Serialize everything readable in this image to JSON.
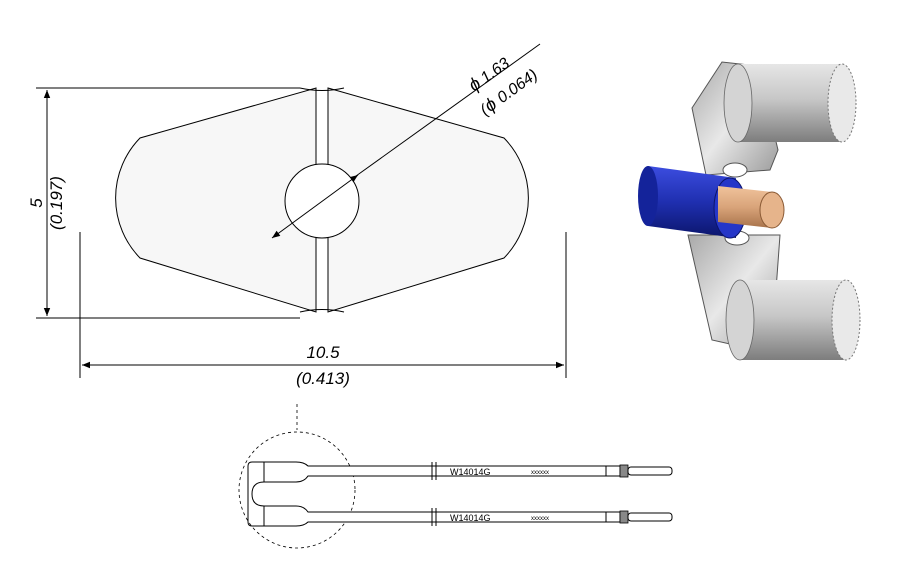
{
  "drawing": {
    "width_value": "10.5",
    "width_inch": "(0.413)",
    "height_value": "5",
    "height_inch": "(0.197)",
    "hole_diameter": "1.63",
    "hole_diameter_inch": "0.064)",
    "hole_inch_open": "(",
    "diameter_symbol": "ϕ"
  },
  "cartridge": {
    "part_number_top": "W14014G",
    "part_number_bottom": "W14014G",
    "serial_top": "xxxxxx",
    "serial_bottom": "xxxxxx"
  },
  "colors": {
    "tip_fill": "#f7f7f7",
    "line": "#000000",
    "wire_blue": "#1f2fb0",
    "copper": "#d9a47a",
    "metal": "#cfcfcf"
  }
}
